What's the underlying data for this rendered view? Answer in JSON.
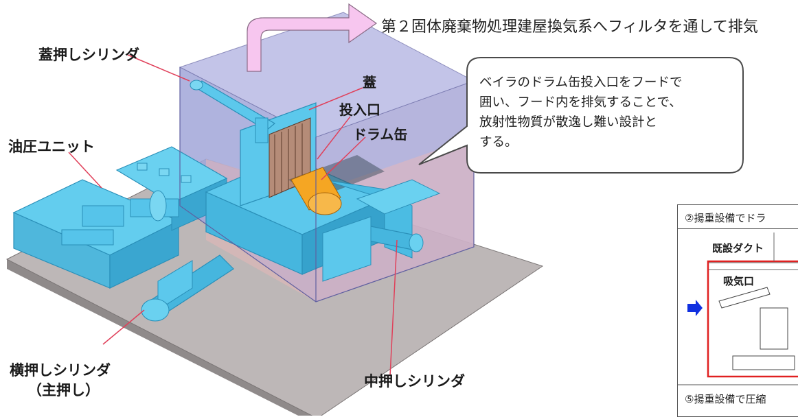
{
  "exhaust_note": "第２固体廃棄物処理建屋換気系へフィルタを通して排気",
  "callout": {
    "line1": "ベイラのドラム缶投入口をフードで",
    "line2": "囲い、フード内を排気することで、",
    "line3": "放射性物質が散逸し難い設計と",
    "line4": "する。"
  },
  "labels": {
    "lid_press_cylinder": "蓋押しシリンダ",
    "lid": "蓋",
    "insertion_port": "投入口",
    "drum": "ドラム缶",
    "hydraulic_unit": "油圧ユニット",
    "side_press_cylinder_l1": "横押しシリンダ",
    "side_press_cylinder_l2": "（主押し）",
    "center_press_cylinder": "中押しシリンダ"
  },
  "inset": {
    "step_top": "②揚重設備でドラ",
    "existing_duct": "既設ダクト",
    "air_intake": "吸気口",
    "step_bottom": "⑤揚重設備で圧縮"
  },
  "colors": {
    "equipment": "#4fc3e6",
    "equipment_dark": "#2a8fb8",
    "hood": "#8c8cd2",
    "base": "#b9b3b3",
    "drum": "#f5a623",
    "arrow": "#f7c6ef",
    "leader": "#e0405a",
    "inset_frame": "#e02020",
    "inset_arrow": "#1030e0"
  }
}
